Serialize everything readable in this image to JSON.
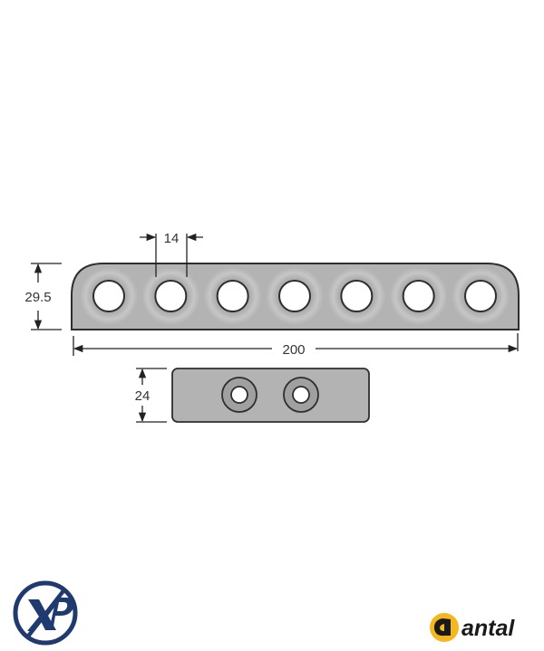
{
  "drawing": {
    "long_plate": {
      "hole_count": 7,
      "dimensions": {
        "length": "200",
        "height": "29.5",
        "hole_spacing": "14"
      }
    },
    "short_plate": {
      "hole_count": 2,
      "dimensions": {
        "height": "24"
      }
    }
  },
  "logos": {
    "left": {
      "name": "XP",
      "color": "#1f3a6e"
    },
    "right": {
      "name": "antal",
      "text": "antal",
      "accent": "#f5b81c"
    }
  },
  "colors": {
    "plate_fill": "#b3b3b3",
    "plate_stroke": "#2e2e2e",
    "dimension_line": "#222222"
  }
}
